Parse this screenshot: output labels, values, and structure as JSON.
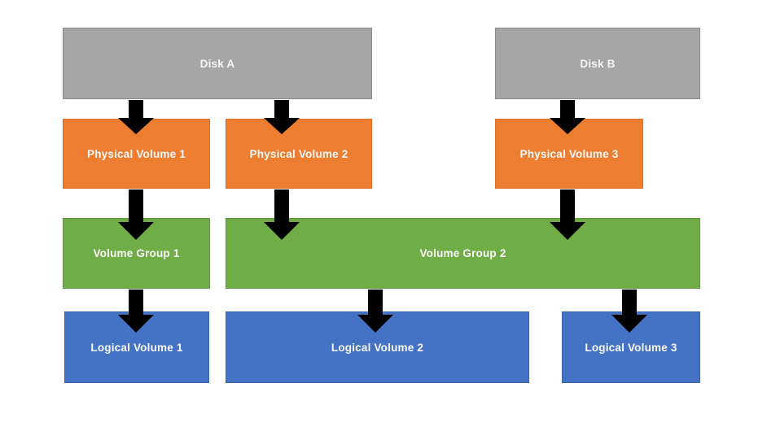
{
  "diagram": {
    "nodes": [
      {
        "id": "disk-a",
        "type": "disk",
        "label": "Disk A"
      },
      {
        "id": "disk-b",
        "type": "disk",
        "label": "Disk B"
      },
      {
        "id": "pv-1",
        "type": "physical-volume",
        "label": "Physical Volume 1"
      },
      {
        "id": "pv-2",
        "type": "physical-volume",
        "label": "Physical Volume 2"
      },
      {
        "id": "pv-3",
        "type": "physical-volume",
        "label": "Physical Volume 3"
      },
      {
        "id": "vg-1",
        "type": "volume-group",
        "label": "Volume Group 1"
      },
      {
        "id": "vg-2",
        "type": "volume-group",
        "label": "Volume Group 2"
      },
      {
        "id": "lv-1",
        "type": "logical-volume",
        "label": "Logical Volume 1"
      },
      {
        "id": "lv-2",
        "type": "logical-volume",
        "label": "Logical Volume 2"
      },
      {
        "id": "lv-3",
        "type": "logical-volume",
        "label": "Logical Volume 3"
      }
    ],
    "edges": [
      {
        "from": "disk-a",
        "to": "pv-1"
      },
      {
        "from": "disk-a",
        "to": "pv-2"
      },
      {
        "from": "disk-b",
        "to": "pv-3"
      },
      {
        "from": "pv-1",
        "to": "vg-1"
      },
      {
        "from": "pv-2",
        "to": "vg-2"
      },
      {
        "from": "pv-3",
        "to": "vg-2"
      },
      {
        "from": "vg-1",
        "to": "lv-1"
      },
      {
        "from": "vg-2",
        "to": "lv-2"
      },
      {
        "from": "vg-2",
        "to": "lv-3"
      }
    ],
    "colors": {
      "disk": "#a6a6a6",
      "physical_volume": "#ed7d31",
      "volume_group": "#70ad47",
      "logical_volume": "#4472c4",
      "arrow_fill": "#ffffff",
      "arrow_outline": "#4d4d4d",
      "label_text": "#ffffff",
      "background": "#ffffff"
    }
  }
}
